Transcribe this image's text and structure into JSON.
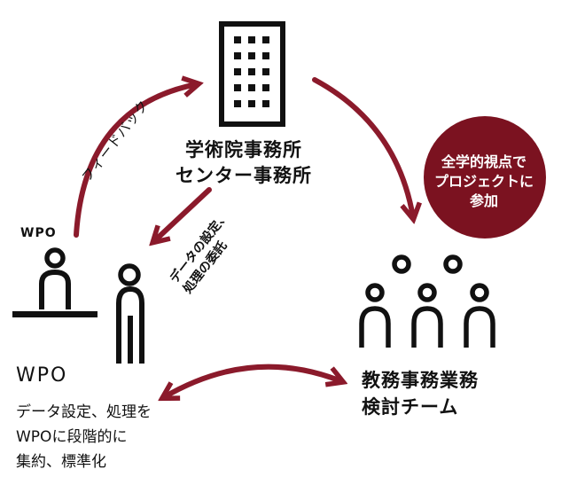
{
  "office_node": {
    "lines": [
      "学術院事務所",
      "センター事務所"
    ],
    "icon": "office-building-icon"
  },
  "wpo_node": {
    "desk_label": "WPO",
    "title": "WPO",
    "description_lines": [
      "データ設定、処理を",
      "WPOに段階的に",
      "集約、標準化"
    ],
    "icon": "person-at-desk-icon"
  },
  "team_node": {
    "lines": [
      "教務事務業務",
      "検討チーム"
    ],
    "icon": "group-of-people-icon"
  },
  "badge": {
    "lines": [
      "全学的視点で",
      "プロジェクトに",
      "参加"
    ],
    "color": "#7b1220"
  },
  "edges": {
    "feedback": "フィードバック",
    "delegation_lines": [
      "データの設定、",
      "処理の委託"
    ]
  },
  "colors": {
    "arrow": "#8b1a2b",
    "icon": "#111111"
  }
}
